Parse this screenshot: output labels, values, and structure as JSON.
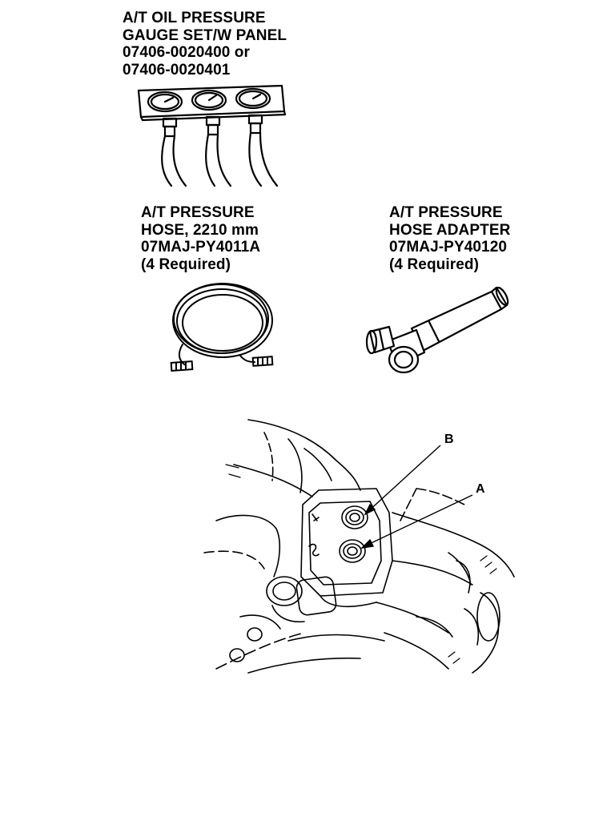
{
  "gauge_set": {
    "lines": [
      "A/T OIL PRESSURE",
      "GAUGE SET/W PANEL",
      "07406-0020400 or",
      "07406-0020401"
    ]
  },
  "pressure_hose": {
    "lines": [
      "A/T PRESSURE",
      "HOSE, 2210 mm",
      "07MAJ-PY4011A",
      "(4 Required)"
    ]
  },
  "hose_adapter": {
    "lines": [
      "A/T PRESSURE",
      "HOSE ADAPTER",
      "07MAJ-PY40120",
      "(4 Required)"
    ]
  },
  "callouts": {
    "b": "B",
    "a": "A"
  }
}
